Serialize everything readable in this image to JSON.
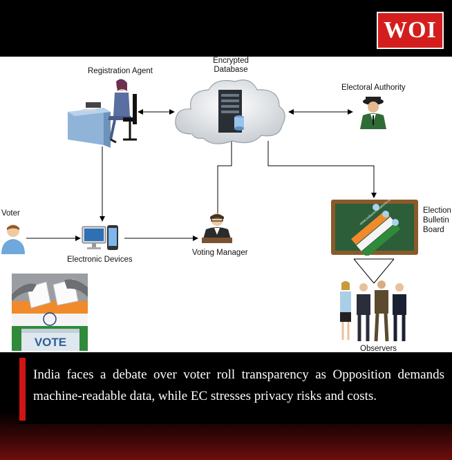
{
  "brand": {
    "logo_text": "WOI"
  },
  "diagram": {
    "registration_agent": "Registration Agent",
    "encrypted_database": [
      "Encrypted",
      "Database"
    ],
    "electoral_authority": "Electoral Authority",
    "voter": "Voter",
    "electronic_devices": "Electronic Devices",
    "voting_manager": "Voting Manager",
    "election_bulletin_board": [
      "Election",
      "Bulletin",
      "Board"
    ],
    "observers": "Observers",
    "board_watermark": "www.indianinnovations.co.in",
    "ballot_label": "VOTE"
  },
  "caption": {
    "text": "India faces a debate over voter roll transparency as Opposition demands machine-readable data, while EC stresses privacy risks and costs."
  },
  "colors": {
    "logo_red": "#d41e1e",
    "accent_red": "#d11414",
    "board_green": "#2c5e3a",
    "saffron": "#f08a2a",
    "india_green": "#2f8a3a"
  }
}
